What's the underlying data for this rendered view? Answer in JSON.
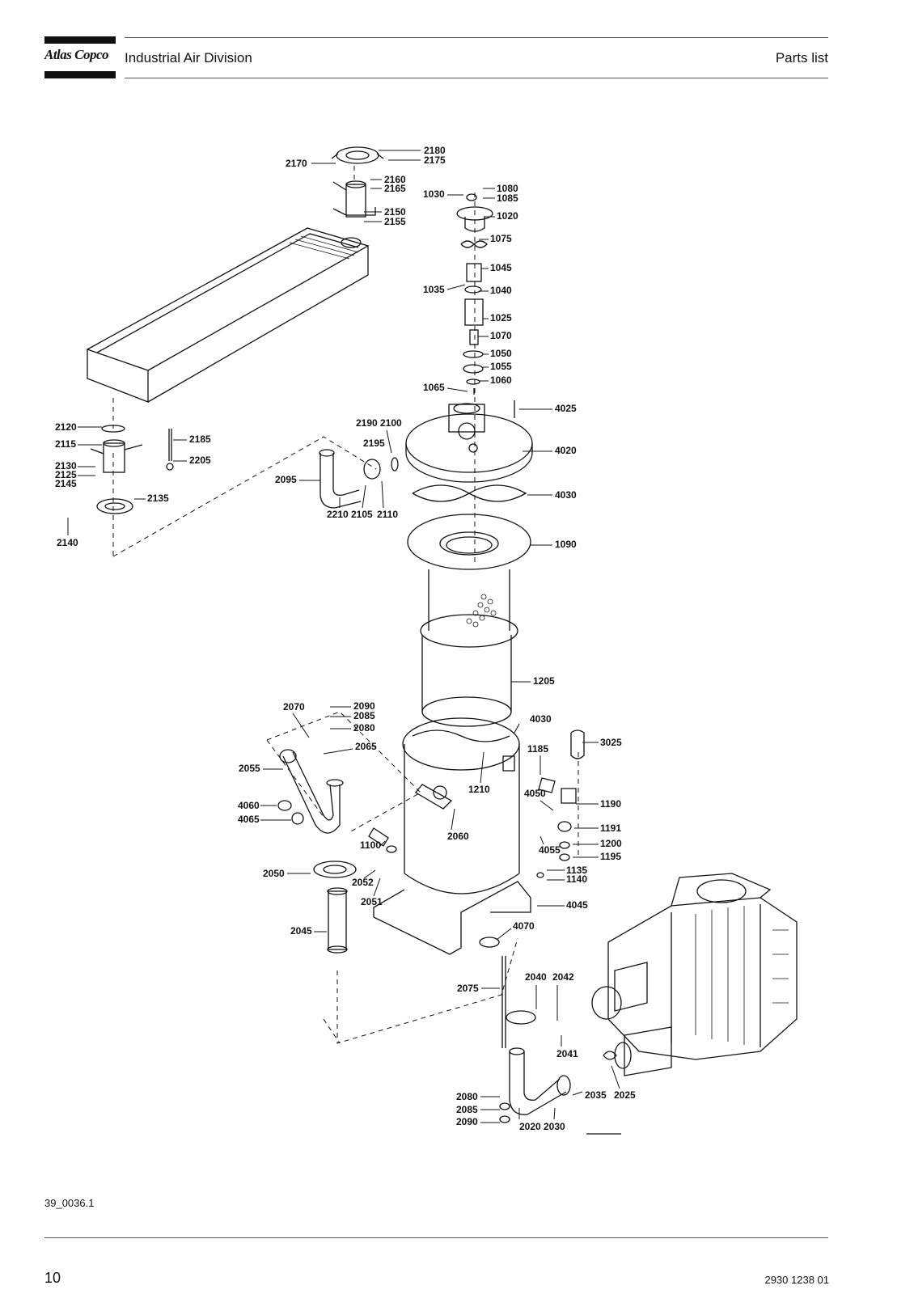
{
  "header": {
    "logo_text": "Atlas Copco",
    "division": "Industrial Air Division",
    "section": "Parts list"
  },
  "footer": {
    "drawing_ref": "39_0036.1",
    "page_number": "10",
    "document_number": "2930 1238 01"
  },
  "labels": [
    "2180",
    "2175",
    "2170",
    "2160",
    "2165",
    "2150",
    "2155",
    "1080",
    "1085",
    "1030",
    "1020",
    "1075",
    "1045",
    "1035",
    "1040",
    "1025",
    "1070",
    "1050",
    "1055",
    "1060",
    "1065",
    "4025",
    "4020",
    "4030",
    "1090",
    "2120",
    "2185",
    "2115",
    "2205",
    "2130",
    "2125",
    "2145",
    "2135",
    "2140",
    "2190",
    "2100",
    "2195",
    "2095",
    "2210",
    "2105",
    "2110",
    "1205",
    "2070",
    "2090",
    "2085",
    "2080",
    "4030",
    "2065",
    "2055",
    "3025",
    "1185",
    "1210",
    "1190",
    "4050",
    "2060",
    "4060",
    "4065",
    "1191",
    "1100",
    "4055",
    "1200",
    "1195",
    "2050",
    "1135",
    "1140",
    "2052",
    "2051",
    "4045",
    "2045",
    "4070",
    "2075",
    "2040",
    "2042",
    "2041",
    "2080",
    "2035",
    "2025",
    "2085",
    "2090",
    "2020",
    "2030"
  ]
}
